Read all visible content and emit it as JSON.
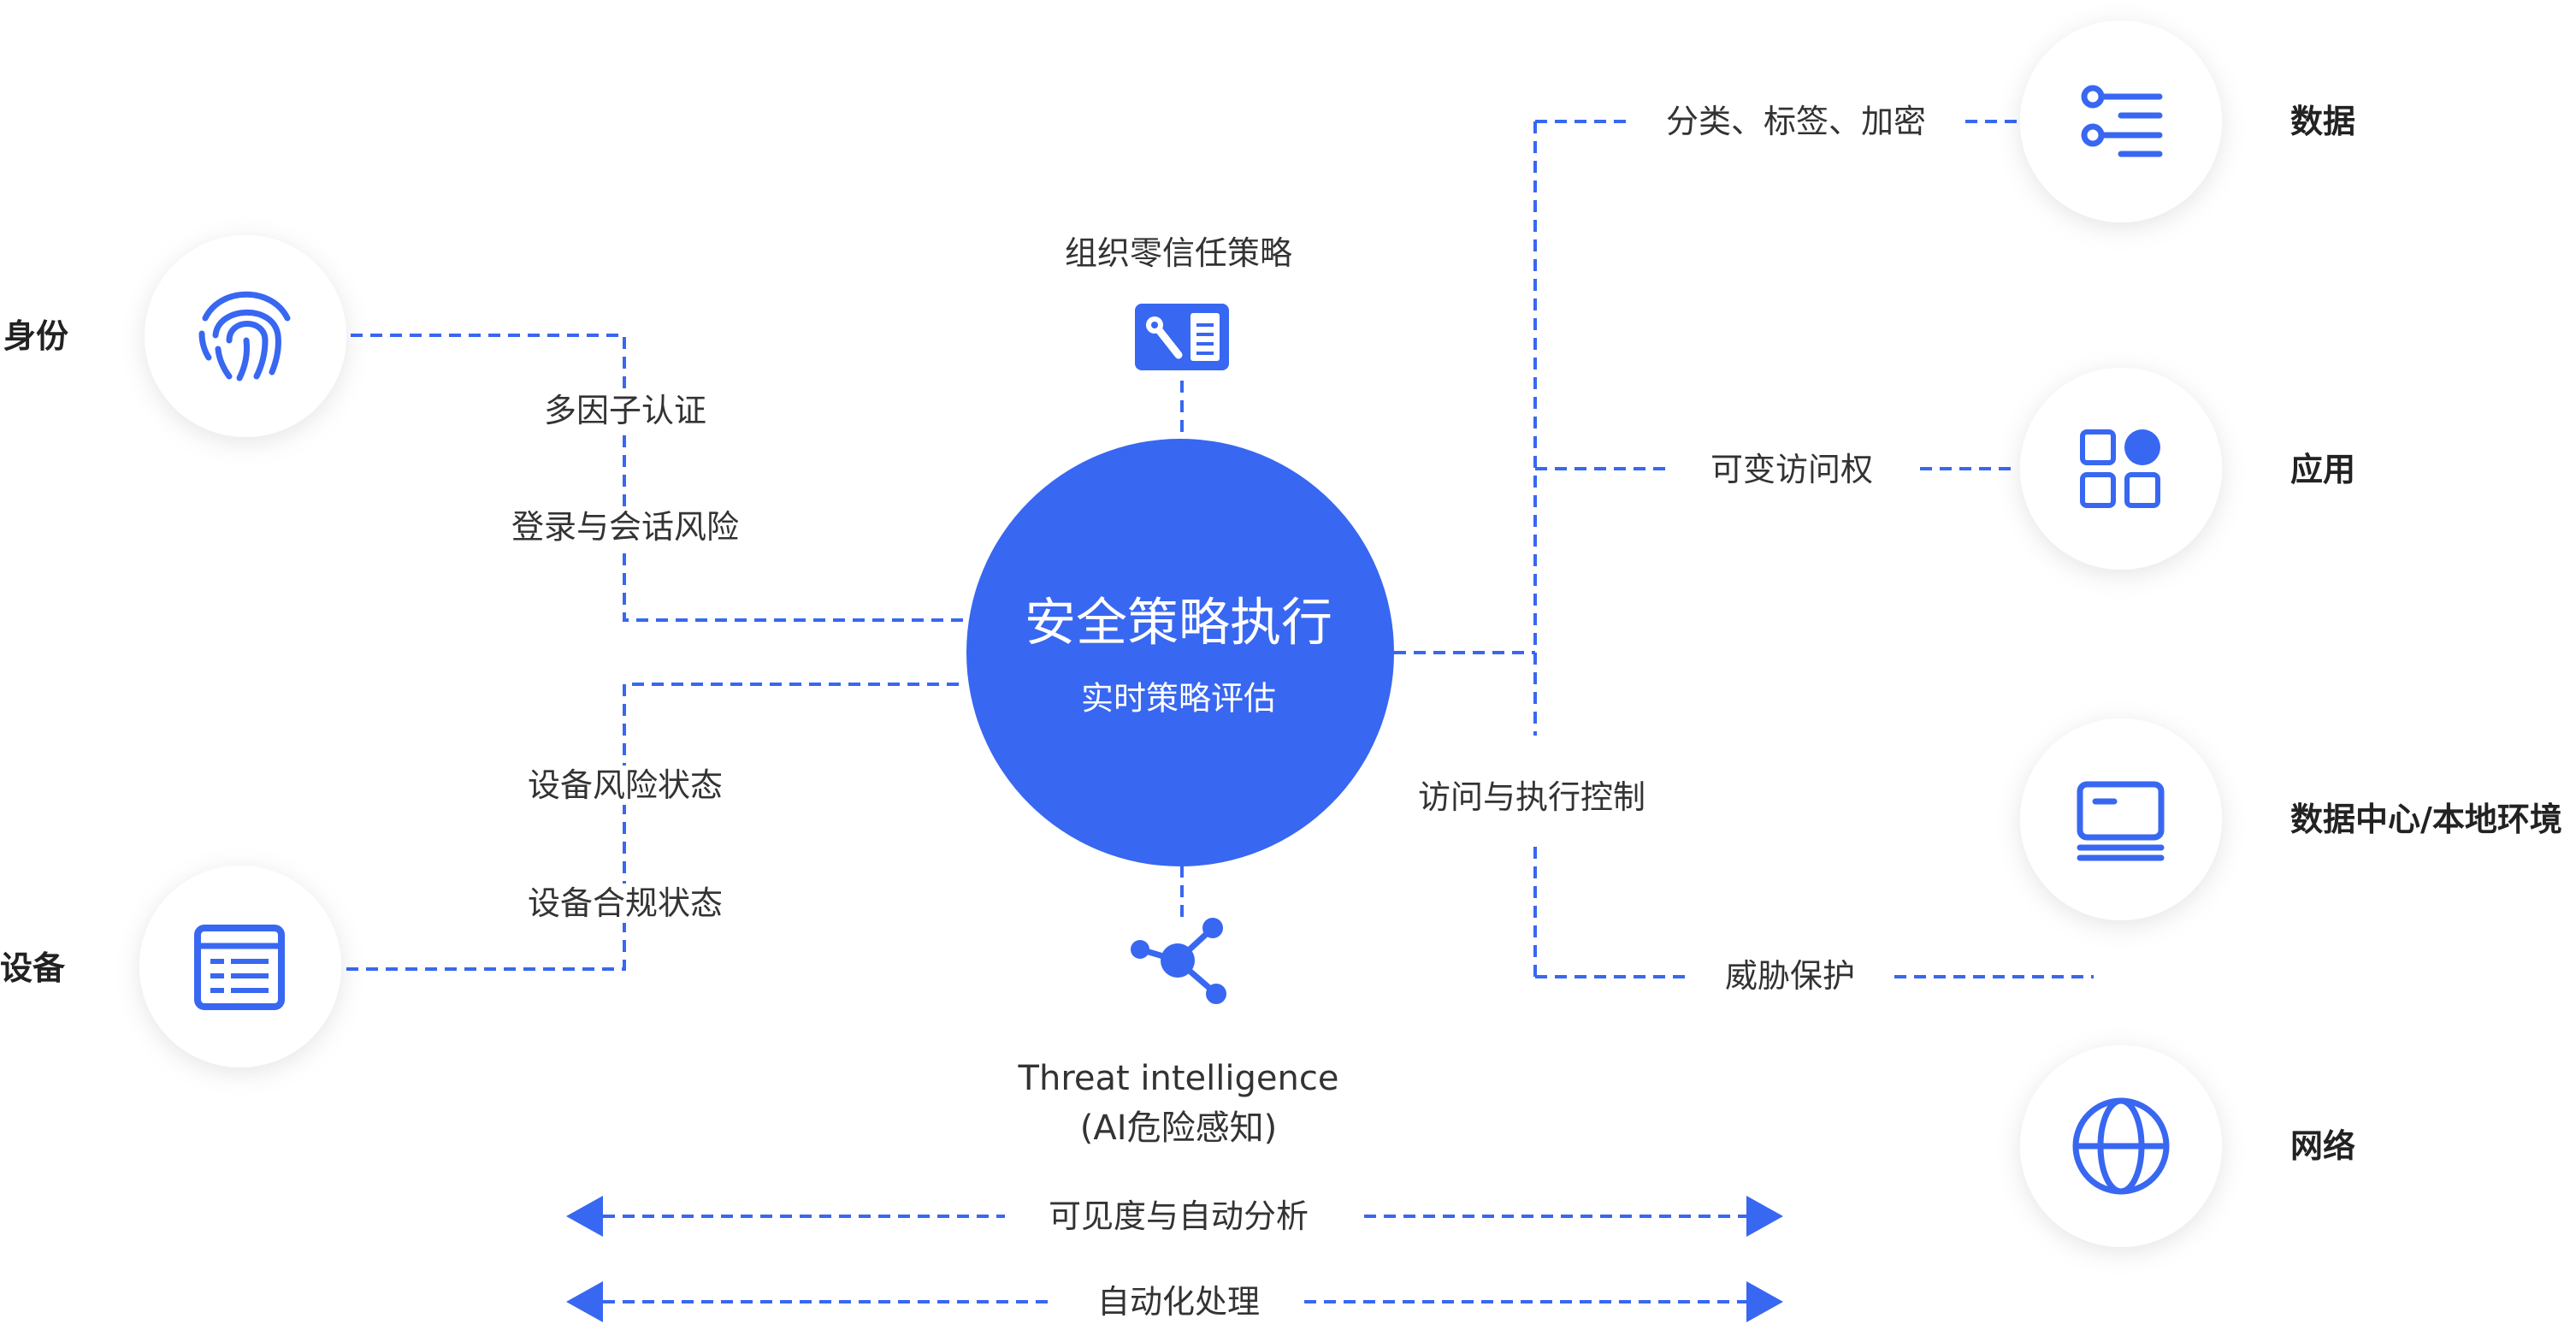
{
  "colors": {
    "accent": "#3867f1",
    "text": "#333333",
    "line": "#3867f1"
  },
  "center": {
    "title": "安全策略执行",
    "subtitle": "实时策略评估"
  },
  "policy": {
    "label": "组织零信任策略",
    "icon": "policy-tools-icon"
  },
  "threat": {
    "line1": "Threat intelligence",
    "line2": "(AI危险感知)",
    "icon": "network-nodes-icon"
  },
  "left": {
    "identity": {
      "label": "身份",
      "icon": "fingerprint-icon"
    },
    "device": {
      "label": "设备",
      "icon": "device-list-icon"
    },
    "mfa": "多因子认证",
    "session_risk": "登录与会话风险",
    "device_risk": "设备风险状态",
    "device_compliance": "设备合规状态"
  },
  "right": {
    "control": "访问与执行控制",
    "classify": "分类、标签、加密",
    "access": "可变访问权",
    "threat_protect": "威胁保护",
    "nodes": {
      "data": {
        "label": "数据",
        "icon": "data-settings-icon"
      },
      "apps": {
        "label": "应用",
        "icon": "apps-grid-icon"
      },
      "datacenter": {
        "label": "数据中心/本地环境",
        "icon": "monitor-icon"
      },
      "network": {
        "label": "网络",
        "icon": "globe-icon"
      }
    }
  },
  "bottom": {
    "visibility": "可见度与自动分析",
    "automation": "自动化处理"
  }
}
